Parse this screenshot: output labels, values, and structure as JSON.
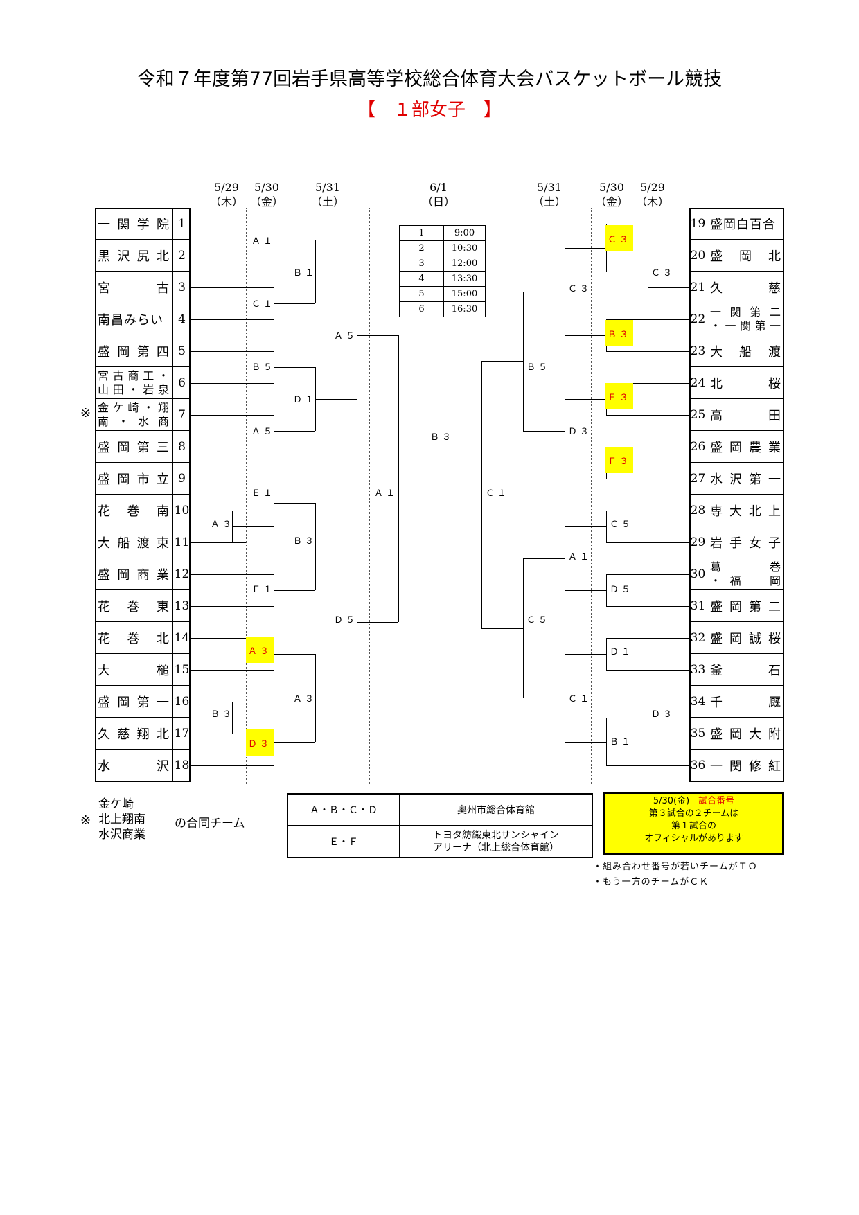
{
  "title": "令和７年度第77回岩手県高等学校総合体育大会バスケットボール競技",
  "subtitle": "【　１部女子　】",
  "dates_left": [
    {
      "date": "5/29",
      "day": "（木）"
    },
    {
      "date": "5/30",
      "day": "（金）"
    },
    {
      "date": "5/31",
      "day": "（土）"
    }
  ],
  "date_center": {
    "date": "6/1",
    "day": "（日）"
  },
  "dates_right": [
    {
      "date": "5/31",
      "day": "（土）"
    },
    {
      "date": "5/30",
      "day": "（金）"
    },
    {
      "date": "5/29",
      "day": "（木）"
    }
  ],
  "teams_left": [
    {
      "num": "1",
      "name": [
        "一",
        "関",
        "学",
        "院"
      ]
    },
    {
      "num": "2",
      "name": [
        "黒",
        "沢",
        "尻",
        "北"
      ]
    },
    {
      "num": "3",
      "name": [
        "宮",
        "古"
      ]
    },
    {
      "num": "4",
      "name": [
        "南昌みらい"
      ]
    },
    {
      "num": "5",
      "name": [
        "盛",
        "岡",
        "第",
        "四"
      ]
    },
    {
      "num": "6",
      "lines": [
        "宮古商工・",
        "山田・岩泉"
      ]
    },
    {
      "num": "7",
      "lines": [
        "金ケ崎・翔",
        "南・水商"
      ]
    },
    {
      "num": "8",
      "name": [
        "盛",
        "岡",
        "第",
        "三"
      ]
    },
    {
      "num": "9",
      "name": [
        "盛",
        "岡",
        "市",
        "立"
      ]
    },
    {
      "num": "10",
      "name": [
        "花",
        "巻",
        "南"
      ]
    },
    {
      "num": "11",
      "name": [
        "大",
        "船",
        "渡",
        "東"
      ]
    },
    {
      "num": "12",
      "name": [
        "盛",
        "岡",
        "商",
        "業"
      ]
    },
    {
      "num": "13",
      "name": [
        "花",
        "巻",
        "東"
      ]
    },
    {
      "num": "14",
      "name": [
        "花",
        "巻",
        "北"
      ]
    },
    {
      "num": "15",
      "name": [
        "大",
        "槌"
      ]
    },
    {
      "num": "16",
      "name": [
        "盛",
        "岡",
        "第",
        "一"
      ]
    },
    {
      "num": "17",
      "name": [
        "久",
        "慈",
        "翔",
        "北"
      ]
    },
    {
      "num": "18",
      "name": [
        "水",
        "沢"
      ]
    }
  ],
  "teams_right": [
    {
      "num": "19",
      "name": [
        "盛岡白百合"
      ]
    },
    {
      "num": "20",
      "name": [
        "盛",
        "岡",
        "北"
      ]
    },
    {
      "num": "21",
      "name": [
        "久",
        "慈"
      ]
    },
    {
      "num": "22",
      "lines": [
        "一関第二",
        "・一関第一"
      ]
    },
    {
      "num": "23",
      "name": [
        "大",
        "船",
        "渡"
      ]
    },
    {
      "num": "24",
      "name": [
        "北",
        "桜"
      ]
    },
    {
      "num": "25",
      "name": [
        "高",
        "田"
      ]
    },
    {
      "num": "26",
      "name": [
        "盛",
        "岡",
        "農",
        "業"
      ]
    },
    {
      "num": "27",
      "name": [
        "水",
        "沢",
        "第",
        "一"
      ]
    },
    {
      "num": "28",
      "name": [
        "専",
        "大",
        "北",
        "上"
      ]
    },
    {
      "num": "29",
      "name": [
        "岩",
        "手",
        "女",
        "子"
      ]
    },
    {
      "num": "30",
      "lines": [
        "葛　　巻",
        "・福　岡"
      ]
    },
    {
      "num": "31",
      "name": [
        "盛",
        "岡",
        "第",
        "二"
      ]
    },
    {
      "num": "32",
      "name": [
        "盛",
        "岡",
        "誠",
        "桜"
      ]
    },
    {
      "num": "33",
      "name": [
        "釜",
        "石"
      ]
    },
    {
      "num": "34",
      "name": [
        "千",
        "厩"
      ]
    },
    {
      "num": "35",
      "name": [
        "盛",
        "岡",
        "大",
        "附"
      ]
    },
    {
      "num": "36",
      "name": [
        "一",
        "関",
        "修",
        "紅"
      ]
    }
  ],
  "game_labels": {
    "l_529_a": "Ａ３",
    "l_529_b": "Ｂ３",
    "l_530_1": "Ａ１",
    "l_530_2": "Ｃ１",
    "l_530_3": "Ｂ５",
    "l_530_4": "Ａ５",
    "l_530_5": "Ｅ１",
    "l_530_6": "Ｆ１",
    "l_530_7": "Ａ３",
    "l_530_8": "Ｄ３",
    "l_531_1": "Ｂ１",
    "l_531_2": "Ｄ１",
    "l_531_3": "Ｂ３",
    "l_531_4": "Ａ３",
    "l_531b_1": "Ａ５",
    "l_531b_2": "Ｄ５",
    "semi_l": "Ａ１",
    "final": "Ｂ３",
    "semi_r": "Ｃ１",
    "r_531b_1": "Ｂ５",
    "r_531b_2": "Ｃ５",
    "r_531_1": "Ｃ３",
    "r_531_2": "Ｄ３",
    "r_531_3": "Ａ１",
    "r_531_4": "Ｃ１",
    "r_530_1": "Ｃ３",
    "r_530_2": "Ｂ３",
    "r_530_3": "Ｅ３",
    "r_530_4": "Ｆ３",
    "r_530_5": "Ｃ５",
    "r_530_6": "Ｄ５",
    "r_530_7": "Ｄ１",
    "r_530_8": "Ｂ１",
    "r_529_a": "Ｃ３",
    "r_529_b": "Ｄ３"
  },
  "schedule": [
    {
      "no": "1",
      "time": "9:00"
    },
    {
      "no": "2",
      "time": "10:30"
    },
    {
      "no": "3",
      "time": "12:00"
    },
    {
      "no": "4",
      "time": "13:30"
    },
    {
      "no": "5",
      "time": "15:00"
    },
    {
      "no": "6",
      "time": "16:30"
    }
  ],
  "asterisk": "※",
  "joint_note": {
    "mark": "※",
    "teams": [
      "金ケ崎",
      "北上翔南",
      "水沢商業"
    ],
    "suffix": "の合同チーム"
  },
  "venues": [
    {
      "courts": "Ａ・Ｂ・Ｃ・Ｄ",
      "lines": [
        "奥州市総合体育館"
      ]
    },
    {
      "courts": "Ｅ・Ｆ",
      "lines": [
        "トヨタ紡織東北サンシャイン",
        "アリーナ（北上総合体育館）"
      ]
    }
  ],
  "notice": {
    "date": "5/30(金)",
    "heading": "試合番号",
    "line1": "第３試合の２チームは",
    "line2": "第１試合の",
    "line3": "オフィシャルがあります"
  },
  "footnotes": [
    "・組み合わせ番号が若いチームがＴＯ",
    "・もう一方のチームがＣＫ"
  ],
  "colors": {
    "highlight": "#ffff00",
    "accent_red": "#e00000"
  }
}
